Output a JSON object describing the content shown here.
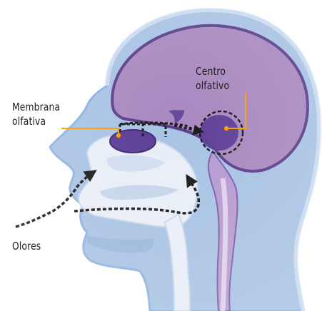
{
  "labels": {
    "centro": [
      "Centro",
      "olfativo"
    ],
    "membrana": [
      "Membrana",
      "olfativa"
    ],
    "olores": "Olores"
  },
  "colors": {
    "head_fill": "#a9c3e4",
    "head_outline": "#8fb3de",
    "brain_fill": "#a989c0",
    "brain_outline": "#5c3f8a",
    "olfactory": "#5b3d96",
    "cavity": "#e8eef7",
    "leader_line": "#f4a000",
    "arrow": "#1a1a1a"
  }
}
